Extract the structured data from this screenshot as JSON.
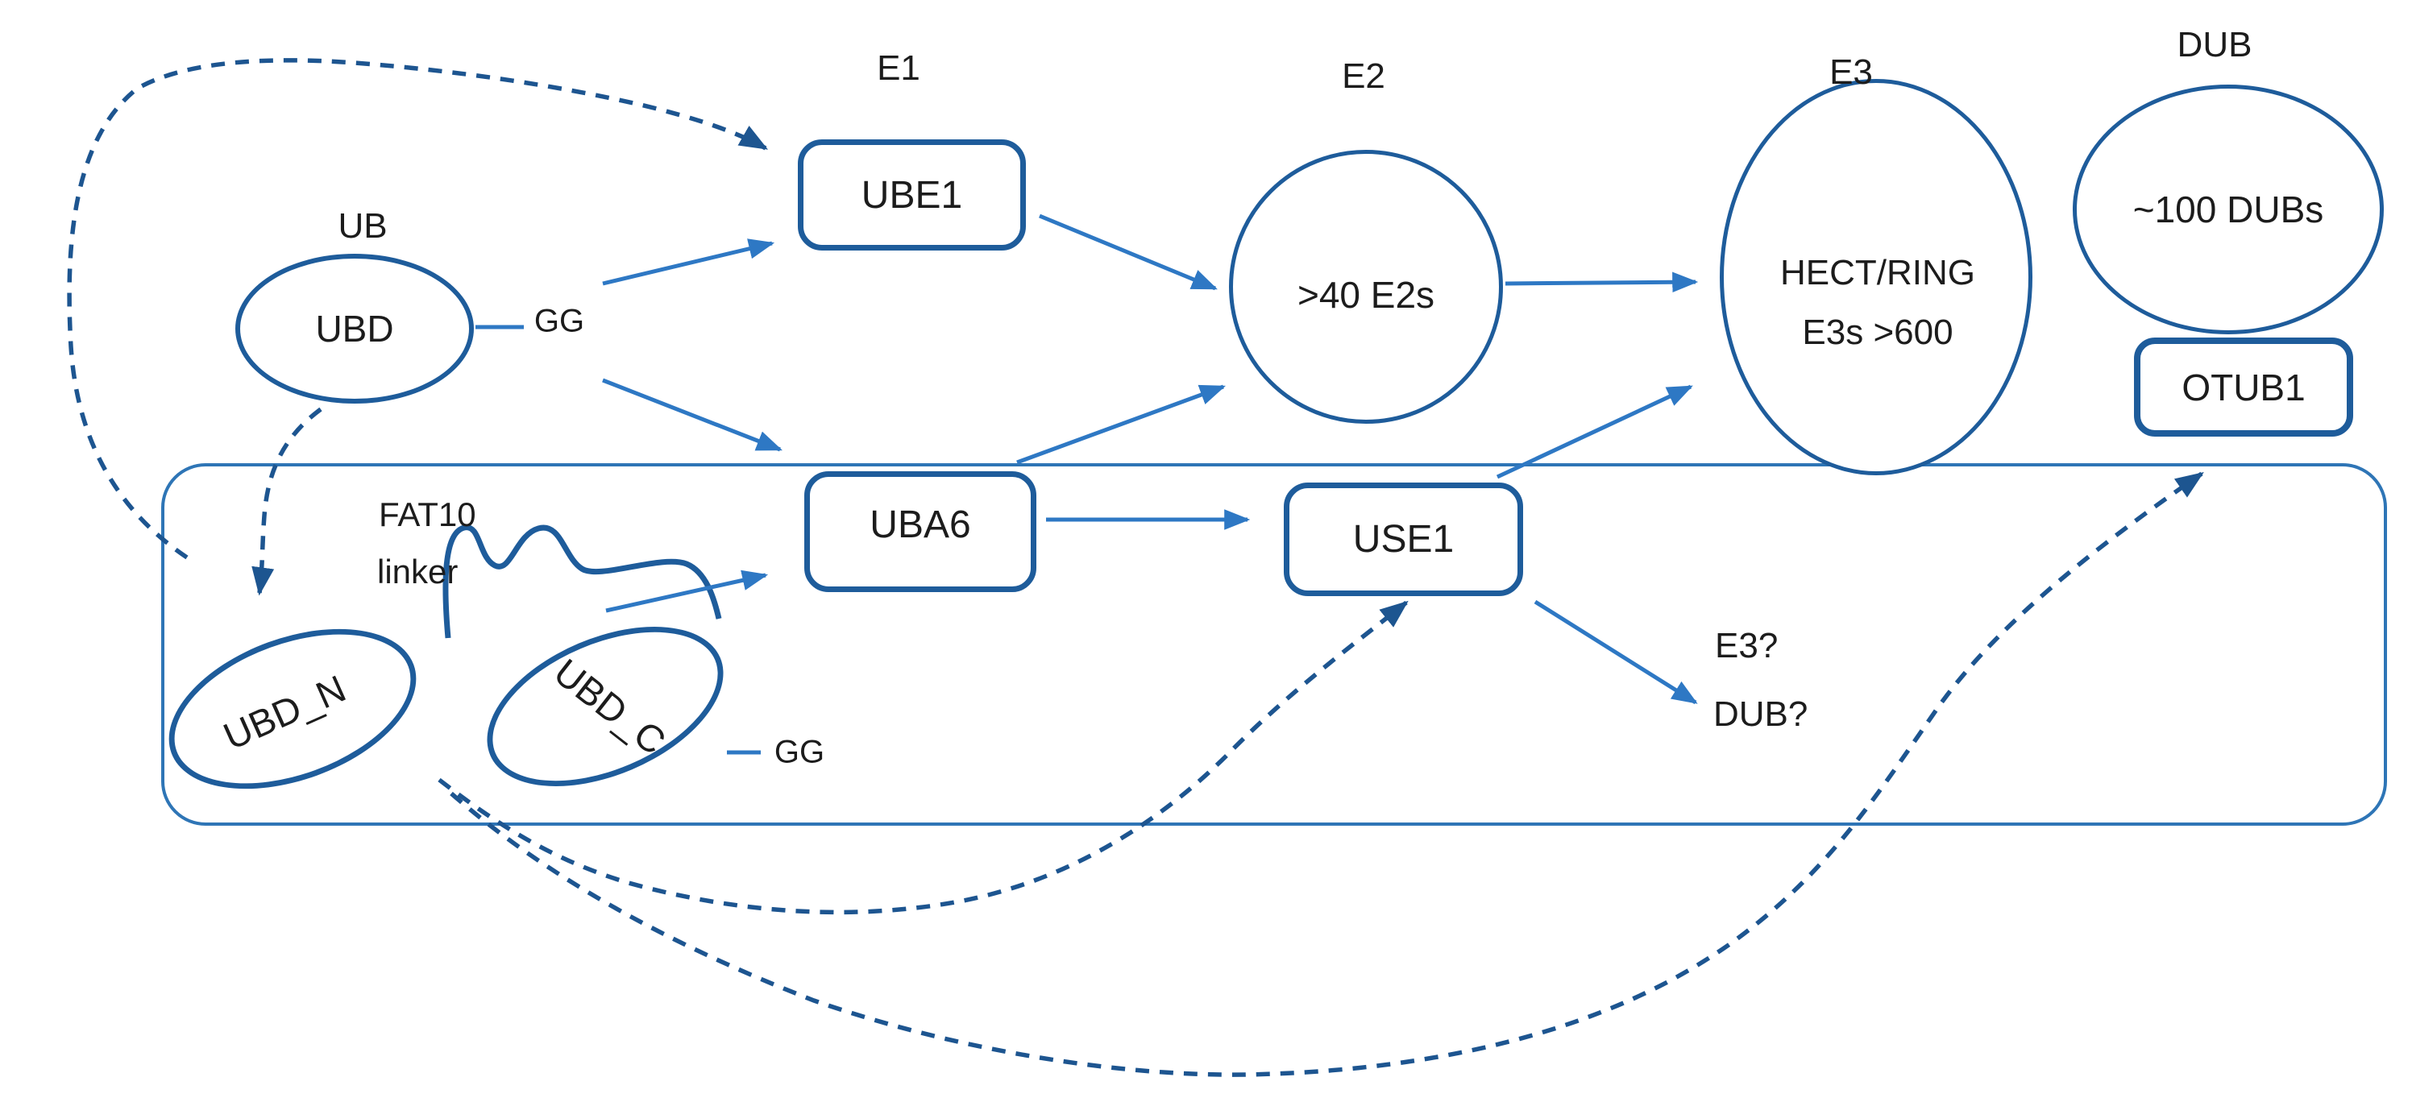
{
  "figure": {
    "background": "#ffffff",
    "colors": {
      "node_stroke": "#1e5c9b",
      "solid_arrow": "#2e78c4",
      "dashed_arrow": "#1d5590",
      "container_stroke": "#2e75b6",
      "text": "#1c1c1c"
    },
    "column_labels": {
      "ub": "UB",
      "e1": "E1",
      "e2": "E2",
      "e3": "E3",
      "dub": "DUB"
    },
    "ub_pathway": {
      "ubd": "UBD",
      "gg": "GG",
      "ube1": "UBE1",
      "e2_pool": ">40 E2s",
      "e3_pool_line1": "HECT/RING",
      "e3_pool_line2": "E3s >600",
      "dub_pool": "~100 DUBs",
      "otub1": "OTUB1"
    },
    "fat10_pathway": {
      "title": "FAT10",
      "linker": "linker",
      "ubd_n": "UBD_N",
      "ubd_c": "UBD_C",
      "gg": "GG",
      "uba6": "UBA6",
      "use1": "USE1",
      "e3_unknown": "E3?",
      "dub_unknown": "DUB?"
    }
  }
}
